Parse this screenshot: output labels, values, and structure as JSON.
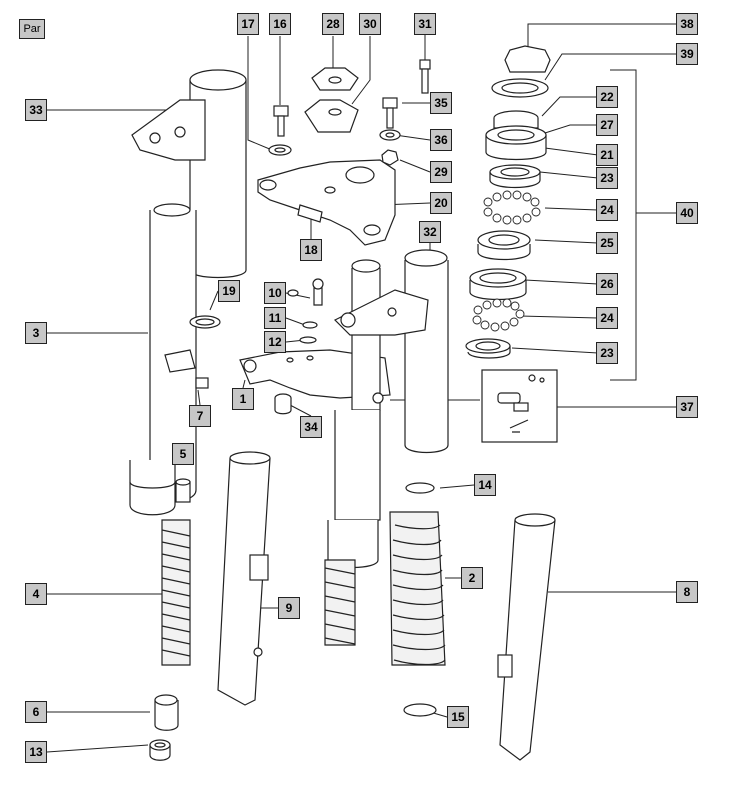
{
  "corner_tag": "Par",
  "callouts": [
    {
      "id": "l38",
      "text": "38"
    },
    {
      "id": "l39",
      "text": "39"
    },
    {
      "id": "l22",
      "text": "22"
    },
    {
      "id": "l27",
      "text": "27"
    },
    {
      "id": "l21",
      "text": "21"
    },
    {
      "id": "l23a",
      "text": "23"
    },
    {
      "id": "l24a",
      "text": "24"
    },
    {
      "id": "l40",
      "text": "40"
    },
    {
      "id": "l25",
      "text": "25"
    },
    {
      "id": "l26",
      "text": "26"
    },
    {
      "id": "l24b",
      "text": "24"
    },
    {
      "id": "l23b",
      "text": "23"
    },
    {
      "id": "l37",
      "text": "37"
    },
    {
      "id": "l14",
      "text": "14"
    },
    {
      "id": "l2",
      "text": "2"
    },
    {
      "id": "l8",
      "text": "8"
    },
    {
      "id": "l15",
      "text": "15"
    },
    {
      "id": "l17",
      "text": "17"
    },
    {
      "id": "l16",
      "text": "16"
    },
    {
      "id": "l28",
      "text": "28"
    },
    {
      "id": "l30",
      "text": "30"
    },
    {
      "id": "l31",
      "text": "31"
    },
    {
      "id": "l35",
      "text": "35"
    },
    {
      "id": "l36",
      "text": "36"
    },
    {
      "id": "l29",
      "text": "29"
    },
    {
      "id": "l20",
      "text": "20"
    },
    {
      "id": "l18",
      "text": "18"
    },
    {
      "id": "l32",
      "text": "32"
    },
    {
      "id": "l33",
      "text": "33"
    },
    {
      "id": "l19",
      "text": "19"
    },
    {
      "id": "l10",
      "text": "10"
    },
    {
      "id": "l11",
      "text": "11"
    },
    {
      "id": "l12",
      "text": "12"
    },
    {
      "id": "l3",
      "text": "3"
    },
    {
      "id": "l1",
      "text": "1"
    },
    {
      "id": "l7",
      "text": "7"
    },
    {
      "id": "l34",
      "text": "34"
    },
    {
      "id": "l5",
      "text": "5"
    },
    {
      "id": "l4",
      "text": "4"
    },
    {
      "id": "l9",
      "text": "9"
    },
    {
      "id": "l6",
      "text": "6"
    },
    {
      "id": "l13",
      "text": "13"
    }
  ]
}
